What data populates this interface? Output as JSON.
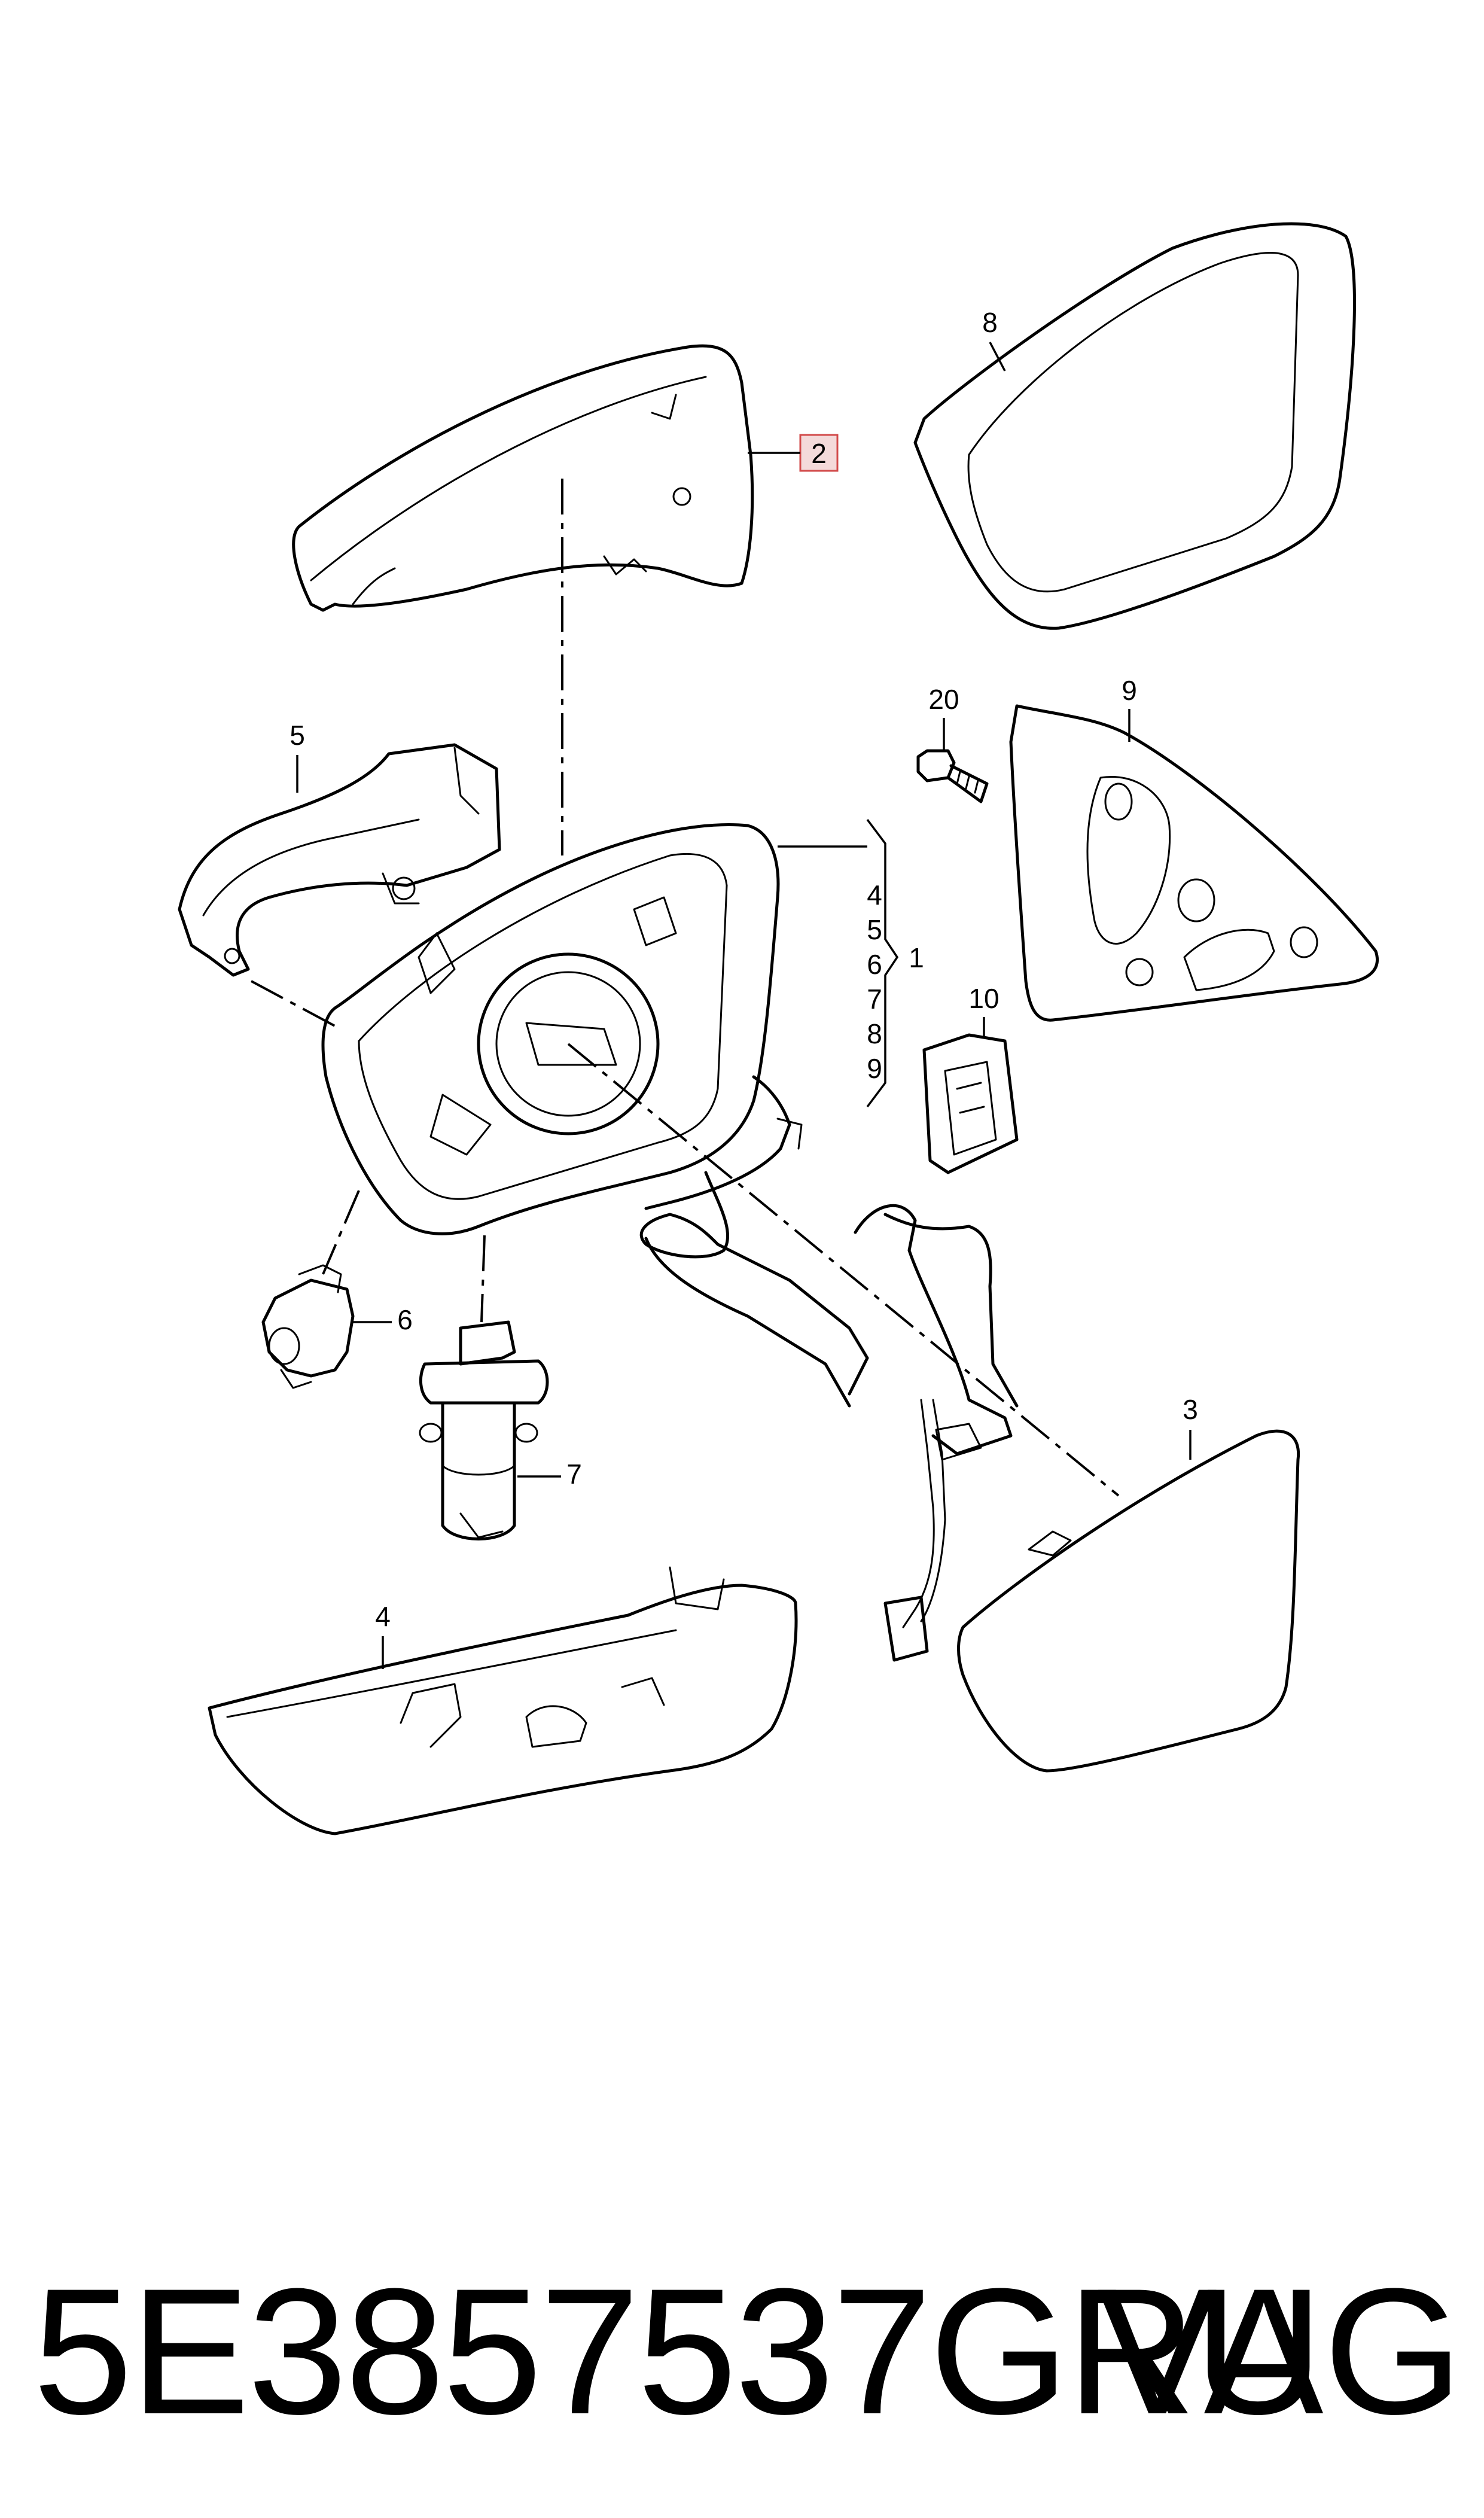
{
  "diagram": {
    "callouts": {
      "c1": "1",
      "c2": "2",
      "c3": "3",
      "c4a": "4",
      "c4b": "4",
      "c5a": "5",
      "c5b": "5",
      "c6a": "6",
      "c6b": "6",
      "c7a": "7",
      "c7b": "7",
      "c8a": "8",
      "c8b": "8",
      "c9a": "9",
      "c9b": "9",
      "c10": "10",
      "c20": "20"
    },
    "highlighted_callout": "2",
    "highlight_color": "#d24a4a"
  },
  "footer": {
    "part_number": "5E3857537GRU",
    "brand": "VAG"
  }
}
